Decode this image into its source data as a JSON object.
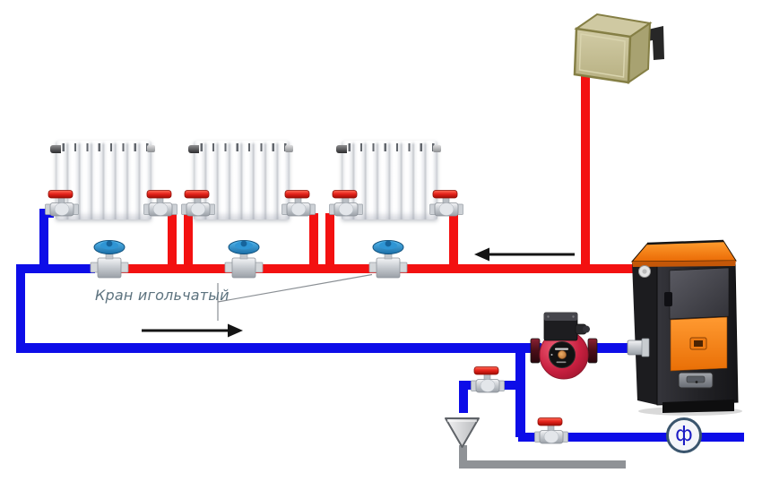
{
  "diagram": {
    "needle_valve_label": "Кран игольчатый",
    "filter_symbol": "ф"
  },
  "colors": {
    "supply_pipe": "#f31111",
    "return_pipe": "#0d0de8",
    "drain_pipe": "#8f9296",
    "label_text": "#5d737f",
    "arrow_black": "#141414",
    "boiler_accent": "#f07a12",
    "pump_body": "#c71f3f",
    "valve_handle_red": "#e2211a",
    "needle_wheel_blue": "#2f95d4",
    "tank_khaki": "#c6c09b"
  },
  "components": {
    "radiators": 3,
    "needle_valves": 3,
    "ball_valves": 8,
    "circulation_pump": 1,
    "solid_fuel_boiler": 1,
    "expansion_tank": 1,
    "drain_funnel": 1,
    "filter_symbol": 1
  },
  "flow": {
    "supply_arrow_direction": "left",
    "return_arrow_direction": "right"
  }
}
